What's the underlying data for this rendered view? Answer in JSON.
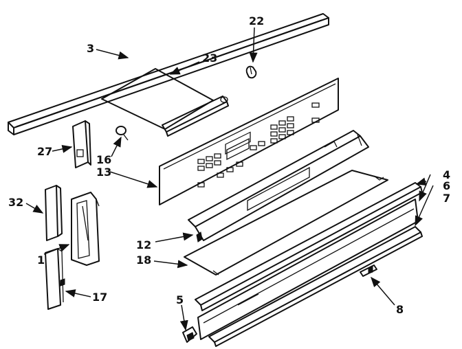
{
  "callouts": {
    "c3": "3",
    "c22": "22",
    "c23": "23",
    "c27": "27",
    "c16": "16",
    "c13": "13",
    "c4": "4",
    "c6": "6",
    "c7": "7",
    "c32": "32",
    "c1": "1",
    "c12": "12",
    "c18": "18",
    "c17": "17",
    "c5": "5",
    "c8": "8"
  },
  "colors": {
    "ink": "#111111",
    "paper": "#ffffff"
  }
}
